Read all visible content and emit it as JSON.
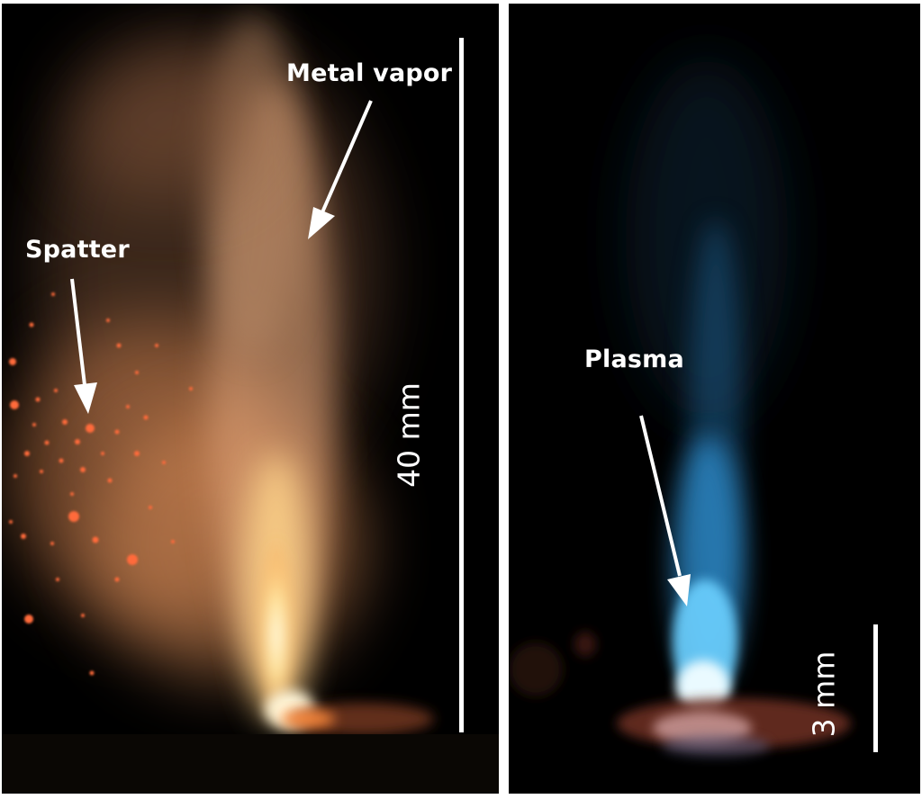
{
  "panels": {
    "left": {
      "labels": {
        "metal_vapor": "Metal vapor",
        "spatter": "Spatter",
        "scale": "40 mm"
      }
    },
    "right": {
      "labels": {
        "plasma": "Plasma",
        "scale": "3 mm"
      }
    }
  },
  "colors": {
    "background": "#000000",
    "annotation": "#ffffff",
    "vapor": "#f2a070",
    "spatter": "#ff6a3a",
    "plasma": "#4fb8ff",
    "separator": "#ffffff"
  }
}
